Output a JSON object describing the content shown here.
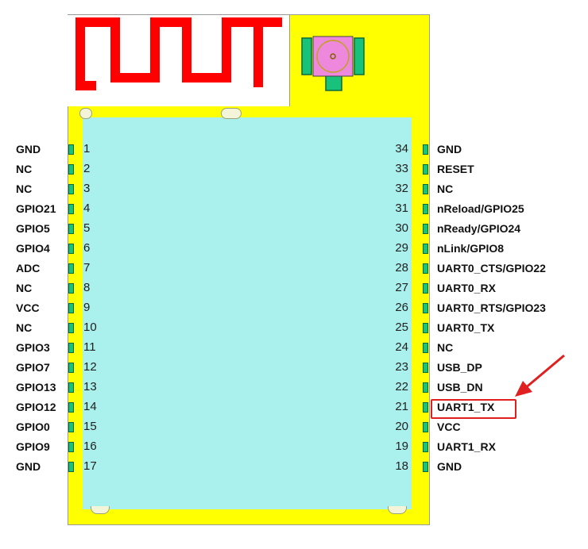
{
  "colors": {
    "board": "#ffff00",
    "shield": "#aaf0ec",
    "antenna": "#ff0000",
    "pad": "#18c27a",
    "highlight": "#e02020",
    "connector": "#ee88dd"
  },
  "left_pins": [
    {
      "num": "1",
      "name": "GND"
    },
    {
      "num": "2",
      "name": "NC"
    },
    {
      "num": "3",
      "name": "NC"
    },
    {
      "num": "4",
      "name": "GPIO21"
    },
    {
      "num": "5",
      "name": "GPIO5"
    },
    {
      "num": "6",
      "name": "GPIO4"
    },
    {
      "num": "7",
      "name": "ADC"
    },
    {
      "num": "8",
      "name": "NC"
    },
    {
      "num": "9",
      "name": "VCC"
    },
    {
      "num": "10",
      "name": "NC"
    },
    {
      "num": "11",
      "name": "GPIO3"
    },
    {
      "num": "12",
      "name": "GPIO7"
    },
    {
      "num": "13",
      "name": "GPIO13"
    },
    {
      "num": "14",
      "name": "GPIO12"
    },
    {
      "num": "15",
      "name": "GPIO0"
    },
    {
      "num": "16",
      "name": "GPIO9"
    },
    {
      "num": "17",
      "name": "GND"
    }
  ],
  "right_pins": [
    {
      "num": "34",
      "name": "GND"
    },
    {
      "num": "33",
      "name": "RESET"
    },
    {
      "num": "32",
      "name": "NC"
    },
    {
      "num": "31",
      "name": "nReload/GPIO25"
    },
    {
      "num": "30",
      "name": "nReady/GPIO24"
    },
    {
      "num": "29",
      "name": "nLink/GPIO8"
    },
    {
      "num": "28",
      "name": "UART0_CTS/GPIO22"
    },
    {
      "num": "27",
      "name": "UART0_RX"
    },
    {
      "num": "26",
      "name": "UART0_RTS/GPIO23"
    },
    {
      "num": "25",
      "name": "UART0_TX"
    },
    {
      "num": "24",
      "name": "NC"
    },
    {
      "num": "23",
      "name": "USB_DP"
    },
    {
      "num": "22",
      "name": "USB_DN"
    },
    {
      "num": "21",
      "name": "UART1_TX"
    },
    {
      "num": "20",
      "name": "VCC"
    },
    {
      "num": "19",
      "name": "UART1_RX"
    },
    {
      "num": "18",
      "name": "GND"
    }
  ],
  "highlighted_pin": "21"
}
